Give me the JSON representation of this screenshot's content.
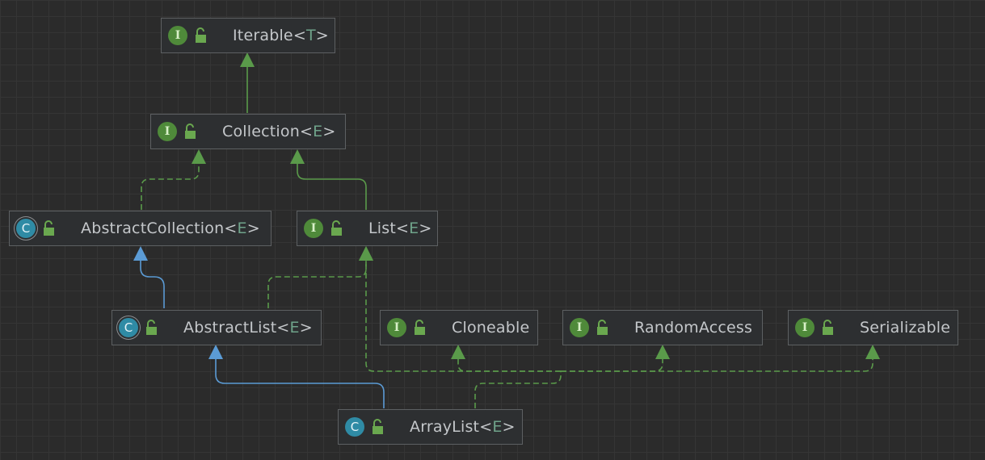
{
  "nodes": [
    {
      "id": "iterable",
      "kind": "interface",
      "kind_glyph": "I",
      "name": "Iterable",
      "type_param": "T"
    },
    {
      "id": "collection",
      "kind": "interface",
      "kind_glyph": "I",
      "name": "Collection",
      "type_param": "E"
    },
    {
      "id": "abstract-collection",
      "kind": "abstract-class",
      "kind_glyph": "C",
      "name": "AbstractCollection",
      "type_param": "E"
    },
    {
      "id": "list",
      "kind": "interface",
      "kind_glyph": "I",
      "name": "List",
      "type_param": "E"
    },
    {
      "id": "abstract-list",
      "kind": "abstract-class",
      "kind_glyph": "C",
      "name": "AbstractList",
      "type_param": "E"
    },
    {
      "id": "cloneable",
      "kind": "interface",
      "kind_glyph": "I",
      "name": "Cloneable",
      "type_param": ""
    },
    {
      "id": "random-access",
      "kind": "interface",
      "kind_glyph": "I",
      "name": "RandomAccess",
      "type_param": ""
    },
    {
      "id": "serializable",
      "kind": "interface",
      "kind_glyph": "I",
      "name": "Serializable",
      "type_param": ""
    },
    {
      "id": "array-list",
      "kind": "class",
      "kind_glyph": "C",
      "name": "ArrayList",
      "type_param": "E"
    }
  ],
  "edges": [
    {
      "from": "collection",
      "to": "iterable",
      "relation": "extends-interface",
      "style": "solid",
      "color": "#5a9a4a"
    },
    {
      "from": "abstract-collection",
      "to": "collection",
      "relation": "implements",
      "style": "dashed",
      "color": "#5a9a4a"
    },
    {
      "from": "list",
      "to": "collection",
      "relation": "extends-interface",
      "style": "solid",
      "color": "#5a9a4a"
    },
    {
      "from": "abstract-list",
      "to": "abstract-collection",
      "relation": "extends",
      "style": "solid",
      "color": "#5b9bd5"
    },
    {
      "from": "abstract-list",
      "to": "list",
      "relation": "implements",
      "style": "dashed",
      "color": "#5a9a4a"
    },
    {
      "from": "array-list",
      "to": "abstract-list",
      "relation": "extends",
      "style": "solid",
      "color": "#5b9bd5"
    },
    {
      "from": "array-list",
      "to": "list",
      "relation": "implements",
      "style": "dashed",
      "color": "#5a9a4a"
    },
    {
      "from": "array-list",
      "to": "cloneable",
      "relation": "implements",
      "style": "dashed",
      "color": "#5a9a4a"
    },
    {
      "from": "array-list",
      "to": "random-access",
      "relation": "implements",
      "style": "dashed",
      "color": "#5a9a4a"
    },
    {
      "from": "array-list",
      "to": "serializable",
      "relation": "implements",
      "style": "dashed",
      "color": "#5a9a4a"
    }
  ],
  "colors": {
    "background": "#2b2b2b",
    "interface_badge": "#4f8a3a",
    "class_badge": "#2f8ba5",
    "implements_arrow": "#5a9a4a",
    "extends_arrow": "#5b9bd5",
    "type_param": "#6fa38a"
  },
  "icons": {
    "visibility": "unlocked-lock-icon"
  }
}
